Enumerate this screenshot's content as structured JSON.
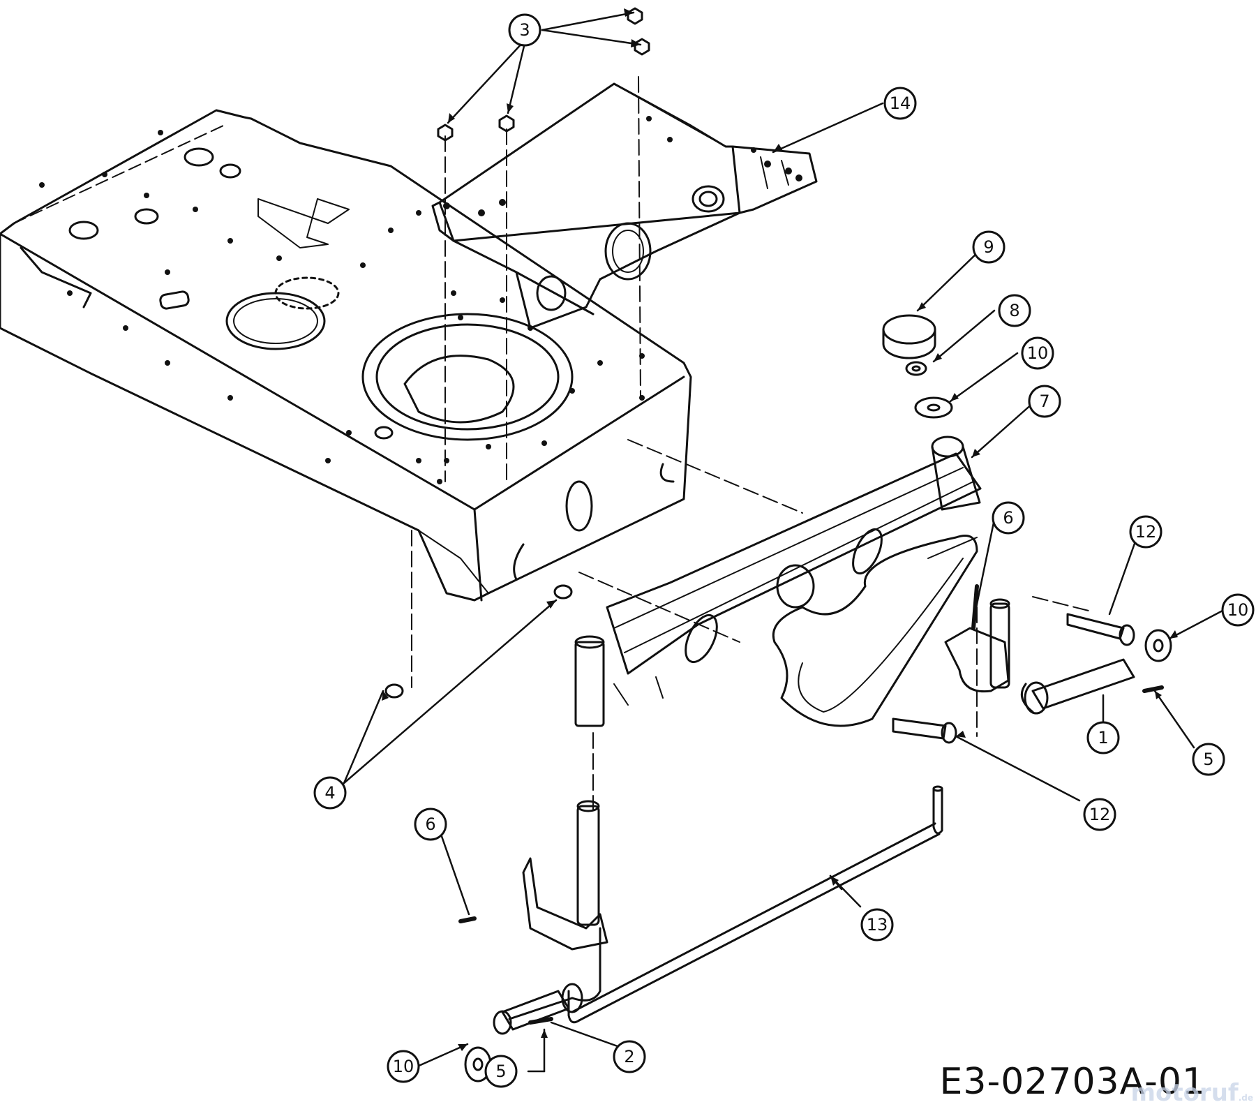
{
  "drawing": {
    "id": "E3-02703A-01",
    "watermark": "motoruf",
    "watermark_suffix": ".de"
  },
  "callouts": [
    {
      "name": "callout-3",
      "label": "3"
    },
    {
      "name": "callout-14",
      "label": "14"
    },
    {
      "name": "callout-9",
      "label": "9"
    },
    {
      "name": "callout-8",
      "label": "8"
    },
    {
      "name": "callout-10-top",
      "label": "10"
    },
    {
      "name": "callout-7",
      "label": "7"
    },
    {
      "name": "callout-6-right",
      "label": "6"
    },
    {
      "name": "callout-12-upper",
      "label": "12"
    },
    {
      "name": "callout-10-right",
      "label": "10"
    },
    {
      "name": "callout-1",
      "label": "1"
    },
    {
      "name": "callout-5-right",
      "label": "5"
    },
    {
      "name": "callout-12-lower",
      "label": "12"
    },
    {
      "name": "callout-4",
      "label": "4"
    },
    {
      "name": "callout-6-left",
      "label": "6"
    },
    {
      "name": "callout-13",
      "label": "13"
    },
    {
      "name": "callout-2",
      "label": "2"
    },
    {
      "name": "callout-10-bottom",
      "label": "10"
    },
    {
      "name": "callout-5-bottom",
      "label": "5"
    }
  ]
}
